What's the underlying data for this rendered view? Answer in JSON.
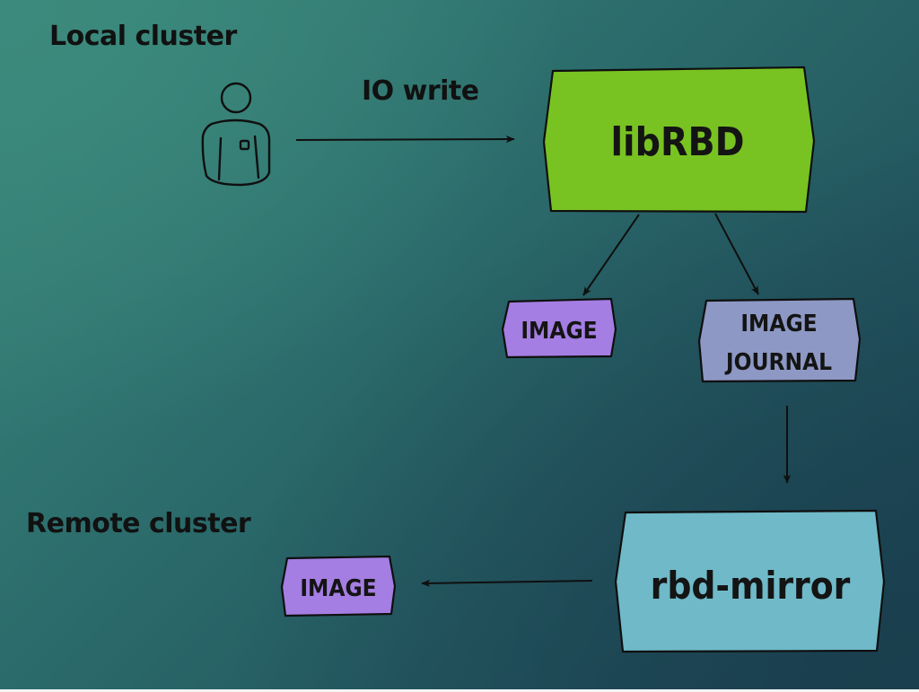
{
  "labels": {
    "local_cluster": "Local cluster",
    "remote_cluster": "Remote cluster",
    "io_write": "IO write"
  },
  "nodes": {
    "librbd": {
      "label": "libRBD",
      "color": "#78c322"
    },
    "local_image": {
      "label": "IMAGE",
      "color": "#a47ee2"
    },
    "image_journal": {
      "line1": "IMAGE",
      "line2": "JOURNAL",
      "color": "#8d98c4"
    },
    "rbd_mirror": {
      "label": "rbd-mirror",
      "color": "#6fb9c8"
    },
    "remote_image": {
      "label": "IMAGE",
      "color": "#a47ee2"
    }
  },
  "icons": {
    "user": "person-icon"
  }
}
